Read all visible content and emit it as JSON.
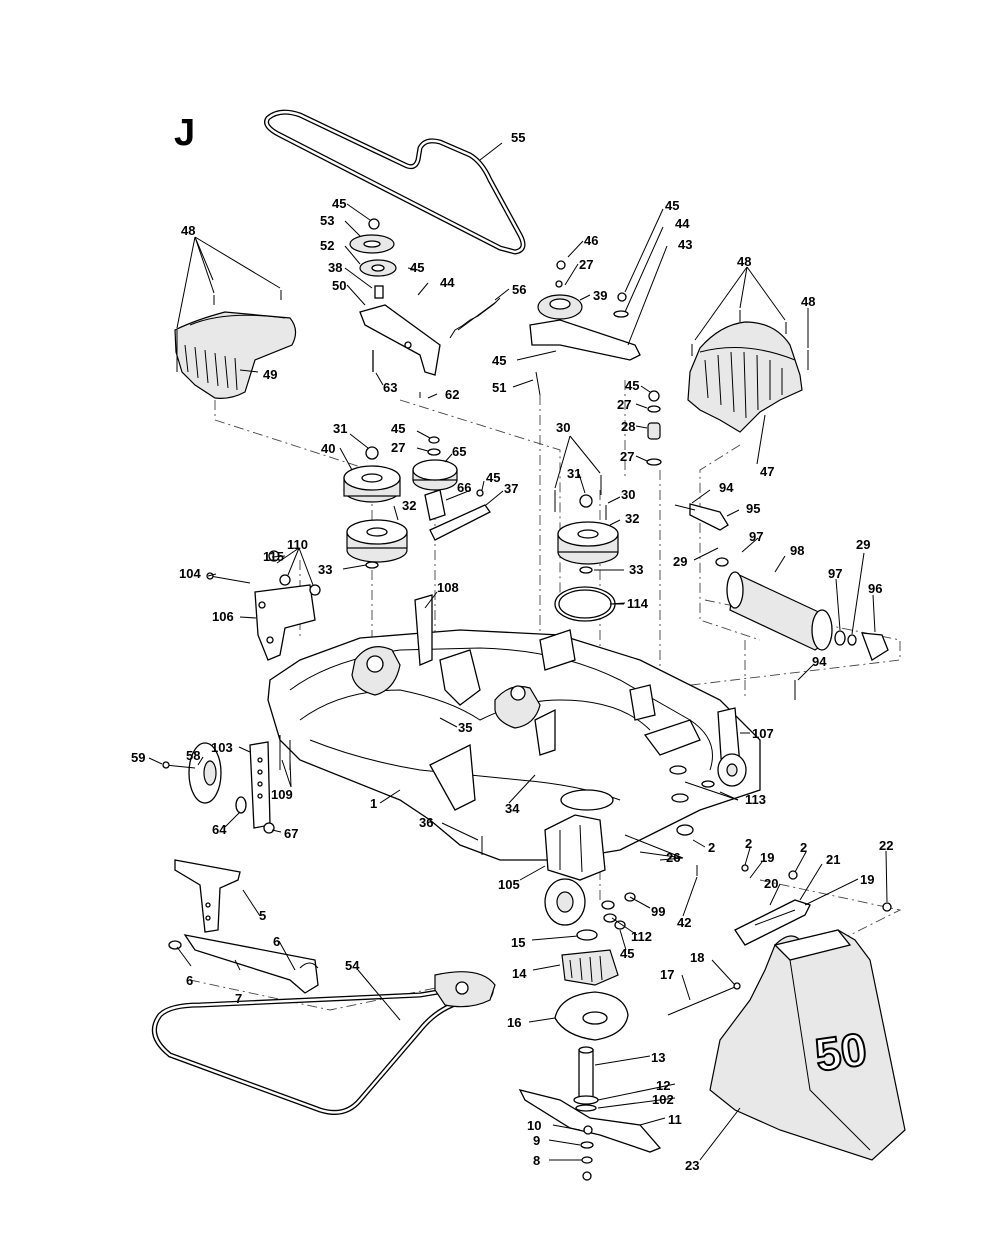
{
  "section_letter": "J",
  "deck_decal": "50",
  "part_numbers": {
    "p1": "1",
    "p2a": "2",
    "p2b": "2",
    "p2c": "2",
    "p5": "5",
    "p6a": "6",
    "p6b": "6",
    "p7": "7",
    "p8": "8",
    "p9": "9",
    "p10": "10",
    "p11": "11",
    "p12": "12",
    "p13": "13",
    "p14": "14",
    "p15": "15",
    "p16": "16",
    "p17": "17",
    "p18": "18",
    "p19a": "19",
    "p19b": "19",
    "p20": "20",
    "p21": "21",
    "p22": "22",
    "p23": "23",
    "p26": "26",
    "p27a": "27",
    "p27b": "27",
    "p27c": "27",
    "p27d": "27",
    "p28": "28",
    "p29a": "29",
    "p29b": "29",
    "p30a": "30",
    "p30b": "30",
    "p31a": "31",
    "p31b": "31",
    "p32a": "32",
    "p32b": "32",
    "p33a": "33",
    "p33b": "33",
    "p34": "34",
    "p35": "35",
    "p36": "36",
    "p37": "37",
    "p38": "38",
    "p39": "39",
    "p40": "40",
    "p42": "42",
    "p43": "43",
    "p44a": "44",
    "p44b": "44",
    "p45a": "45",
    "p45b": "45",
    "p45c": "45",
    "p45d": "45",
    "p45e": "45",
    "p45f": "45",
    "p45g": "45",
    "p45h": "45",
    "p46": "46",
    "p47": "47",
    "p48a": "48",
    "p48b": "48",
    "p48c": "48",
    "p49": "49",
    "p50": "50",
    "p51": "51",
    "p52": "52",
    "p53": "53",
    "p54": "54",
    "p55": "55",
    "p56": "56",
    "p58": "58",
    "p59": "59",
    "p62": "62",
    "p63": "63",
    "p64": "64",
    "p65": "65",
    "p66": "66",
    "p67": "67",
    "p94a": "94",
    "p94b": "94",
    "p95": "95",
    "p96": "96",
    "p97a": "97",
    "p97b": "97",
    "p98": "98",
    "p99": "99",
    "p102": "102",
    "p103": "103",
    "p104": "104",
    "p105": "105",
    "p106": "106",
    "p107": "107",
    "p108": "108",
    "p109": "109",
    "p110": "110",
    "p112": "112",
    "p113": "113",
    "p114": "114",
    "p115": "115"
  }
}
